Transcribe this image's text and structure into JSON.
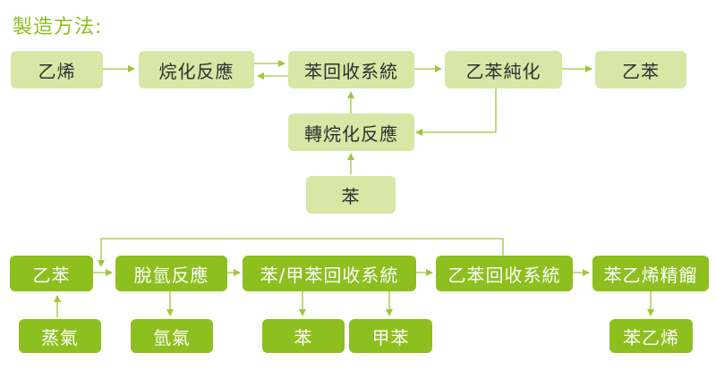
{
  "title": "製造方法:",
  "section1": {
    "ethylene": "乙烯",
    "alkylation": "烷化反應",
    "benzene_recovery": "苯回收系統",
    "ethylbenzene_purification": "乙苯純化",
    "ethylbenzene": "乙苯",
    "transalkylation": "轉烷化反應",
    "benzene": "苯"
  },
  "section2": {
    "ethylbenzene": "乙苯",
    "steam": "蒸氣",
    "dehydrogenation": "脫氫反應",
    "hydrogen": "氫氣",
    "benzene_toluene_recovery": "苯/甲苯回收系統",
    "benzene": "苯",
    "toluene": "甲苯",
    "ethylbenzene_recovery": "乙苯回收系統",
    "styrene_distillation": "苯乙烯精餾",
    "styrene": "苯乙烯"
  },
  "colors": {
    "light_box": "#d8e6a6",
    "dark_box": "#8dbf1e",
    "arrow": "#9fc63c"
  }
}
